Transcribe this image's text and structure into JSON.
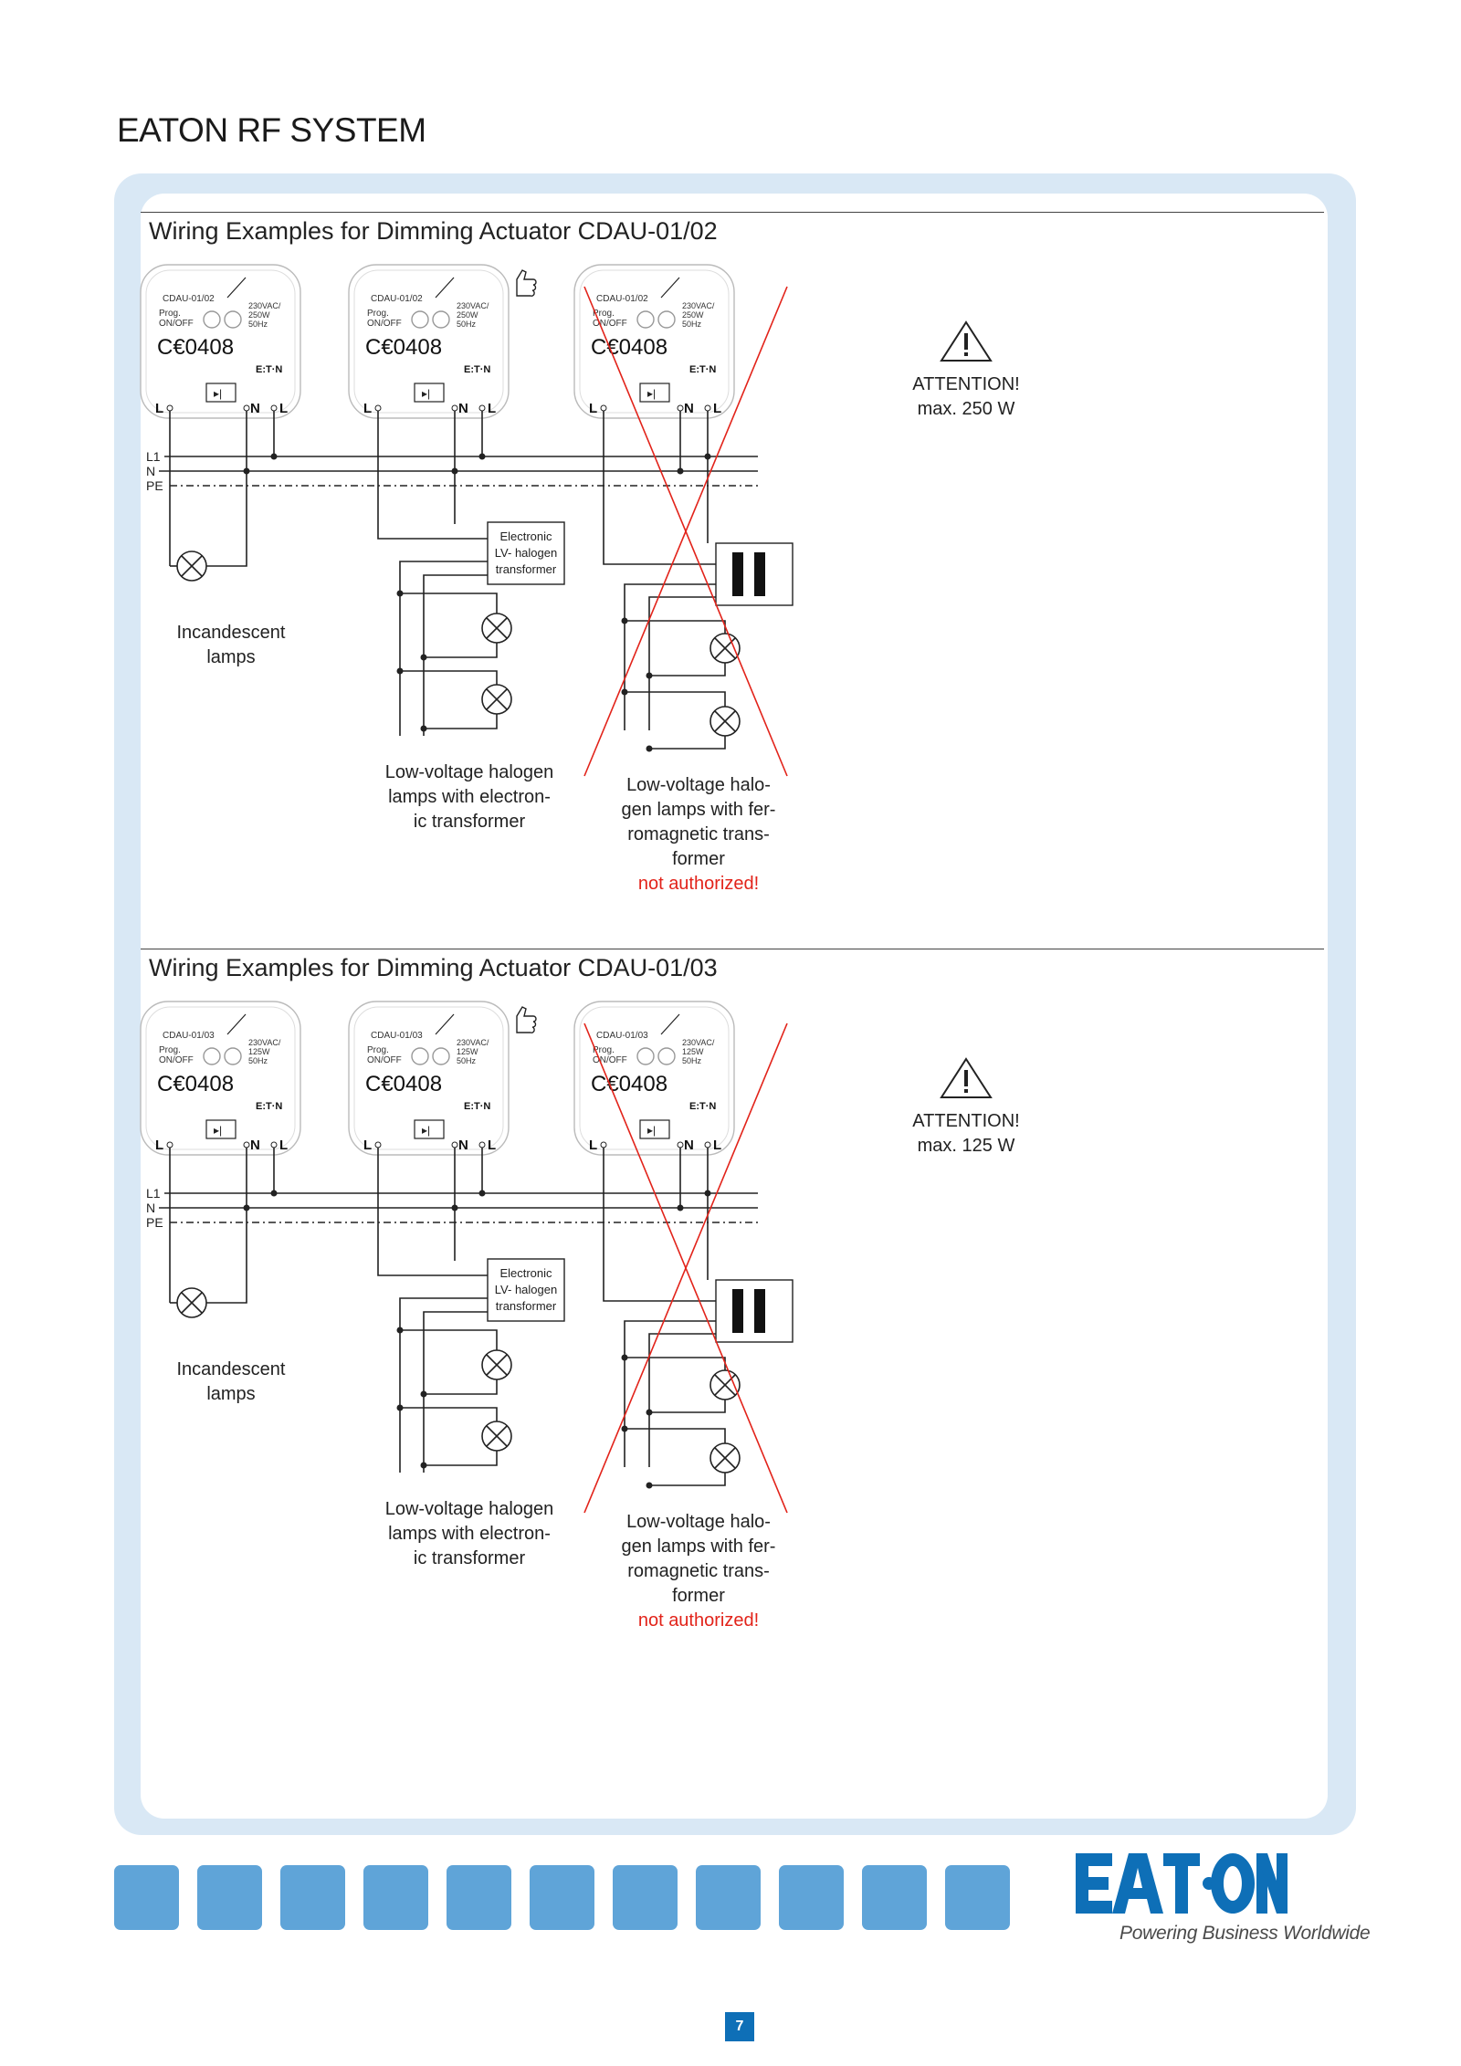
{
  "header": {
    "title": "EATON RF SYSTEM"
  },
  "sections": [
    {
      "title": "Wiring Examples for Dimming Actuator CDAU-01/02",
      "device_model": "CDAU-01/02",
      "rating_lines": [
        "230VAC/",
        "250W",
        "50Hz"
      ],
      "attention": "ATTENTION!",
      "max_load": "max. 250 W",
      "captions": {
        "incandescent": [
          "Incandescent",
          "lamps"
        ],
        "electronic": [
          "Low-voltage halogen",
          "lamps with electron-",
          "ic transformer"
        ],
        "ferromagnetic": [
          "Low-voltage halo-",
          "gen lamps with fer-",
          "romagnetic trans-",
          "former"
        ],
        "not_authorized": "not authorized!"
      }
    },
    {
      "title": "Wiring Examples for Dimming Actuator CDAU-01/03",
      "device_model": "CDAU-01/03",
      "rating_lines": [
        "230VAC/",
        "125W",
        "50Hz"
      ],
      "attention": "ATTENTION!",
      "max_load": "max. 125 W",
      "captions": {
        "incandescent": [
          "Incandescent",
          "lamps"
        ],
        "electronic": [
          "Low-voltage halogen",
          "lamps with electron-",
          "ic transformer"
        ],
        "ferromagnetic": [
          "Low-voltage halo-",
          "gen lamps with fer-",
          "romagnetic trans-",
          "former"
        ],
        "not_authorized": "not authorized!"
      }
    }
  ],
  "device_labels": {
    "prog": "Prog.",
    "onoff": "ON/OFF",
    "ce_mark": "C€0408",
    "brand_small": "E:T·N",
    "terminal_l": "L",
    "terminal_n": "N"
  },
  "bus_labels": {
    "l1": "L1",
    "n": "N",
    "pe": "PE"
  },
  "transformer_label": [
    "Electronic",
    "LV- halogen",
    "transformer"
  ],
  "footer": {
    "logo": "EATON",
    "tagline": "Powering Business Worldwide",
    "page_number": "7"
  },
  "colors": {
    "accent_blue": "#5fa4d8",
    "frame_blue": "#d9e8f5",
    "red": "#e2231a",
    "page_badge": "#0e6fb7"
  }
}
